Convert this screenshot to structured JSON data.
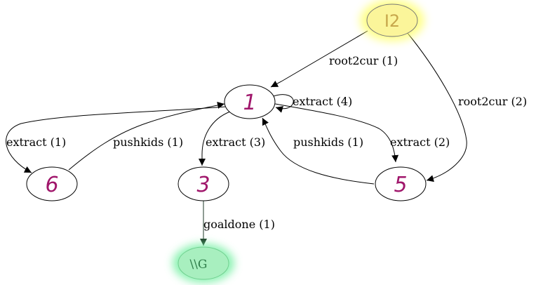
{
  "colors": {
    "node_stroke": "#000000",
    "node_label": "#a0166b",
    "start_glow": "#ffff66",
    "start_fill": "#fbf59a",
    "goal_glow": "#66ee99",
    "goal_fill": "#a8efbf",
    "goal_edge": "#1f3a28"
  },
  "nodes": {
    "start": {
      "label": "I2"
    },
    "n1": {
      "label": "1"
    },
    "n6": {
      "label": "6"
    },
    "n3": {
      "label": "3"
    },
    "n5": {
      "label": "5"
    },
    "goal": {
      "label": "\\\\G"
    }
  },
  "edges": {
    "start_to_1": {
      "label": "root2cur (1)"
    },
    "start_to_5": {
      "label": "root2cur (2)"
    },
    "loop_1": {
      "label": "extract (4)"
    },
    "n1_to_6": {
      "label": "extract (1)"
    },
    "n6_to_1": {
      "label": "pushkids (1)"
    },
    "n1_to_3": {
      "label": "extract (3)"
    },
    "n5_to_1": {
      "label": "pushkids (1)"
    },
    "n1_to_5": {
      "label": "extract (2)"
    },
    "n3_to_goal": {
      "label": "goaldone (1)"
    }
  }
}
